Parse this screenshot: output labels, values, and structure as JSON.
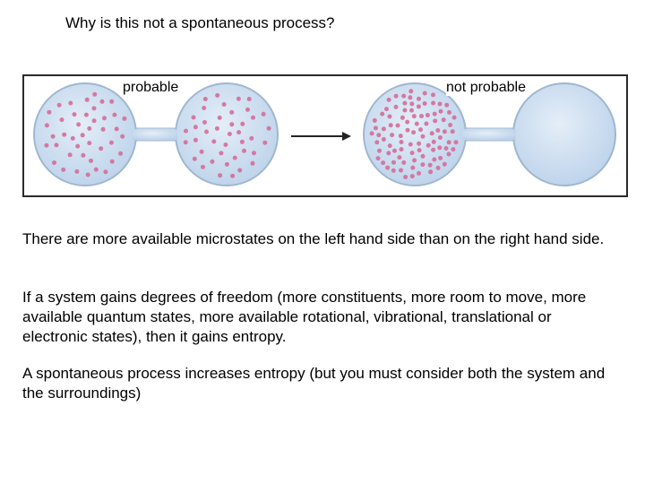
{
  "title": "Why is this not a spontaneous process?",
  "figure": {
    "left_label": "probable",
    "right_label": "not probable",
    "colors": {
      "bulb_fill": "#c9dcef",
      "bulb_edge": "#9fb7d0",
      "particle": "#d46d99",
      "arrow": "#222222"
    }
  },
  "paragraphs": [
    "There are more available microstates on the left hand side than on the right hand side.",
    "If a system gains degrees of freedom (more constituents, more room to move, more available quantum states, more available rotational, vibrational, translational or electronic states), then it gains entropy.",
    "A spontaneous process increases entropy (but you must consider both the system and the surroundings)"
  ]
}
